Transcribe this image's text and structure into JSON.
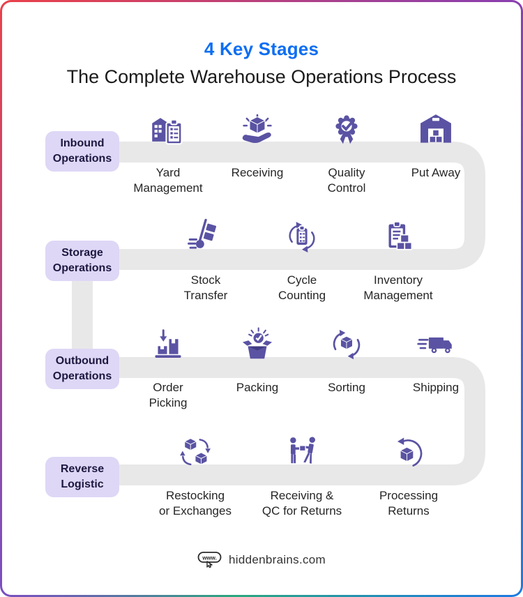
{
  "header": {
    "title": "4 Key Stages",
    "subtitle": "The Complete Warehouse Operations Process"
  },
  "stages": [
    {
      "label": "Inbound\nOperations",
      "items": [
        {
          "icon": "yard-management-icon",
          "label": "Yard\nManagement"
        },
        {
          "icon": "receiving-icon",
          "label": "Receiving"
        },
        {
          "icon": "quality-control-icon",
          "label": "Quality\nControl"
        },
        {
          "icon": "put-away-icon",
          "label": "Put Away"
        }
      ]
    },
    {
      "label": "Storage\nOperations",
      "items": [
        {
          "icon": "stock-transfer-icon",
          "label": "Stock\nTransfer"
        },
        {
          "icon": "cycle-counting-icon",
          "label": "Cycle\nCounting"
        },
        {
          "icon": "inventory-management-icon",
          "label": "Inventory\nManagement"
        }
      ]
    },
    {
      "label": "Outbound\nOperations",
      "items": [
        {
          "icon": "order-picking-icon",
          "label": "Order\nPicking"
        },
        {
          "icon": "packing-icon",
          "label": "Packing"
        },
        {
          "icon": "sorting-icon",
          "label": "Sorting"
        },
        {
          "icon": "shipping-icon",
          "label": "Shipping"
        }
      ]
    },
    {
      "label": "Reverse\nLogistic",
      "items": [
        {
          "icon": "restocking-exchanges-icon",
          "label": "Restocking\nor Exchanges"
        },
        {
          "icon": "receiving-qc-returns-icon",
          "label": "Receiving &\nQC for Returns"
        },
        {
          "icon": "processing-returns-icon",
          "label": "Processing\nReturns"
        }
      ]
    }
  ],
  "footer": {
    "badge": "www.",
    "website": "hiddenbrains.com"
  },
  "colors": {
    "accent_blue": "#0d6ef3",
    "icon_purple": "#5a53a3",
    "stage_label_bg": "#ded7f6",
    "connector_gray": "#e9e8e9",
    "border_gradient": [
      "#e8414b",
      "#8a3fb0",
      "#1e7be0",
      "#2aa87e",
      "#7a4fc0"
    ]
  }
}
